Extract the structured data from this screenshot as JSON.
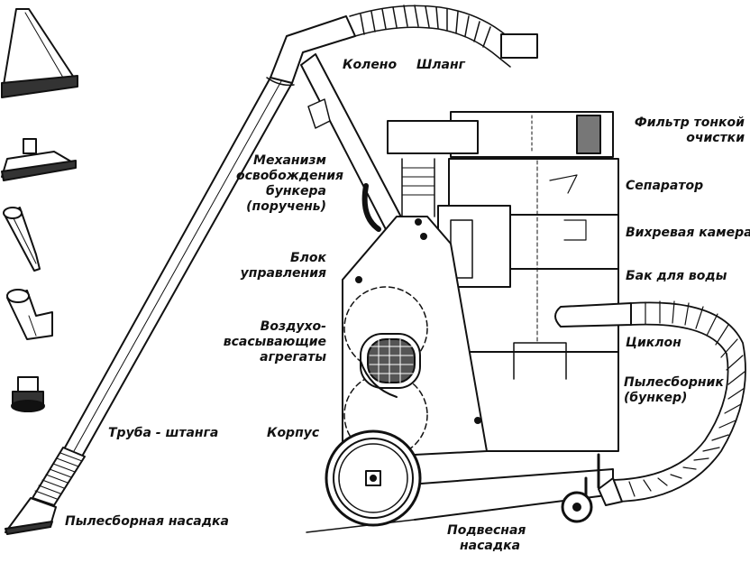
{
  "labels": {
    "koleno": "Колено",
    "shlang": "Шланг",
    "filtr": [
      "Фильтр тонкой",
      "очистки"
    ],
    "mekhanizm": [
      "Механизм",
      "освобождения",
      "бункера",
      "(поручень)"
    ],
    "separator": "Сепаратор",
    "vikhrevaya": "Вихревая камера",
    "blok": [
      "Блок",
      "управления"
    ],
    "bak": "Бак для воды",
    "vozdukho": [
      "Воздухо-",
      "всасывающие",
      "агрегаты"
    ],
    "tsiklon": "Циклон",
    "pylesbornik": [
      "Пылесборник",
      "(бункер)"
    ],
    "truba": "Труба - штанга",
    "korpus": "Корпус",
    "pylesbornaya": "Пылесборная насадка",
    "podvesnaya": [
      "Подвесная",
      "насадка"
    ]
  },
  "colors": {
    "ink": "#111111",
    "paper": "#ffffff",
    "shade": "#555555"
  },
  "icons": [
    "wide-nozzle-icon",
    "flat-nozzle-icon",
    "crevice-nozzle-icon",
    "elbow-nozzle-icon",
    "round-brush-icon"
  ]
}
